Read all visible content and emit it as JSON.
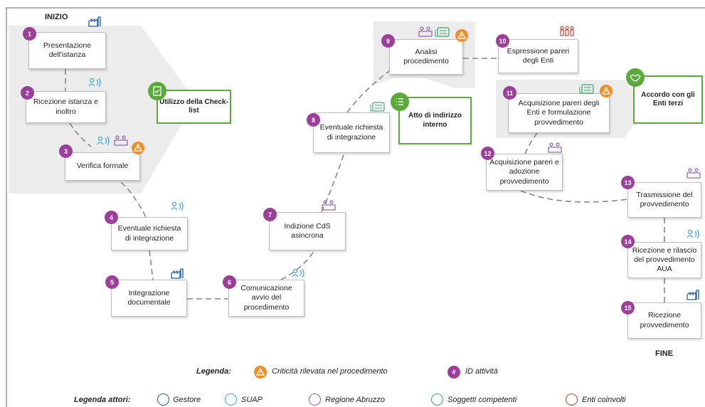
{
  "diagram": {
    "start_label": "INIZIO",
    "end_label": "FINE",
    "activities": [
      {
        "id": "1",
        "label": "Presentazione dell'istanza"
      },
      {
        "id": "2",
        "label": "Ricezione istanza e inoltro"
      },
      {
        "id": "3",
        "label": "Verifica formale"
      },
      {
        "id": "4",
        "label": "Eventuale richiesta di integrazione"
      },
      {
        "id": "5",
        "label": "Integrazione documentale"
      },
      {
        "id": "6",
        "label": "Comunicazione avvio del procedimento"
      },
      {
        "id": "7",
        "label": "Indizione CdS asincrona"
      },
      {
        "id": "8",
        "label": "Eventuale richiesta di integrazione"
      },
      {
        "id": "9",
        "label": "Analisi procedimento"
      },
      {
        "id": "10",
        "label": "Espressione pareri degli Enti"
      },
      {
        "id": "11",
        "label": "Acquisizione pareri degli Enti e formulazione provvedimento"
      },
      {
        "id": "12",
        "label": "Acquisizione pareri e adozione provvedimento"
      },
      {
        "id": "13",
        "label": "Trasmissione del provvedimento"
      },
      {
        "id": "14",
        "label": "Ricezione e rilascio del provvedimento AUA"
      },
      {
        "id": "15",
        "label": "Ricezione provvedimento"
      }
    ],
    "notes": [
      {
        "label": "Utilizzo della Check-list",
        "icon": "checklist-icon"
      },
      {
        "label": "Atto di indirizzo interno",
        "icon": "list-icon"
      },
      {
        "label": "Accordo con gli Enti terzi",
        "icon": "handshake-icon"
      }
    ]
  },
  "legend": {
    "title": "Legenda:",
    "criticality": "Criticità rilevata nel procedimento",
    "id": "ID attività",
    "id_symbol": "#",
    "actors_title": "Legenda attori:",
    "actors": [
      {
        "label": "Gestore",
        "icon": "factory-icon"
      },
      {
        "label": "SUAP",
        "icon": "person-signal-icon"
      },
      {
        "label": "Regione Abruzzo",
        "icon": "people-icon"
      },
      {
        "label": "Soggetti competenti",
        "icon": "document-icon"
      },
      {
        "label": "Enti coinvolti",
        "icon": "group-icon"
      }
    ]
  },
  "colors": {
    "activity_id": "#9c3f9a",
    "criticality": "#ef8f2b",
    "note_border": "#5aaa3a",
    "gestore": "#1f5fa8",
    "suap": "#3aa5d8",
    "regione": "#8e5fb5",
    "soggetti": "#3aa866",
    "enti": "#c0392b",
    "region_fill": "#ececec",
    "connector": "#888888"
  }
}
